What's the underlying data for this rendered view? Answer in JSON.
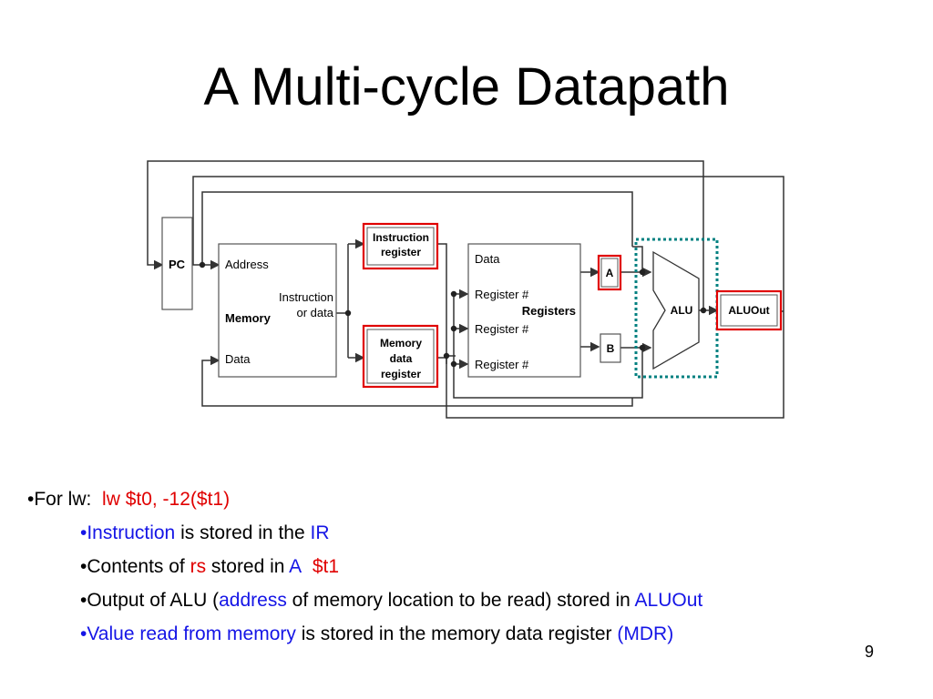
{
  "title": "A Multi-cycle Datapath",
  "diagram": {
    "pc": "PC",
    "memory": {
      "address": "Address",
      "name": "Memory",
      "instruction_or_data_1": "Instruction",
      "instruction_or_data_2": "or data",
      "data": "Data"
    },
    "instruction_register": [
      "Instruction",
      "register"
    ],
    "memory_data_register": [
      "Memory",
      "data",
      "register"
    ],
    "registers": {
      "data": "Data",
      "register_num_1": "Register #",
      "name": "Registers",
      "register_num_2": "Register #",
      "register_num_3": "Register #"
    },
    "a": "A",
    "b": "B",
    "alu": "ALU",
    "aluout": "ALUOut",
    "colors": {
      "highlight": "#e00000",
      "alu_dotted": "#008080",
      "wire": "#333333"
    }
  },
  "bullets": {
    "b1": {
      "bullet": "•For lw:",
      "code": "lw $t0, -12($t1)"
    },
    "b2": {
      "p1": "•Instruction",
      "p2": " is stored in the ",
      "p3": "IR"
    },
    "b3": {
      "p1": "•Contents of ",
      "p2": "rs",
      "p3": " stored in ",
      "p4": "A",
      "p5": "$t1"
    },
    "b4": {
      "p1": "•Output of ALU (",
      "p2": "address",
      "p3": " of memory location to be read) stored in ",
      "p4": "ALUOut"
    },
    "b5": {
      "p1": "•Value read from memory",
      "p2": " is stored in the memory data register ",
      "p3": "(MDR)"
    }
  },
  "page_number": "9"
}
